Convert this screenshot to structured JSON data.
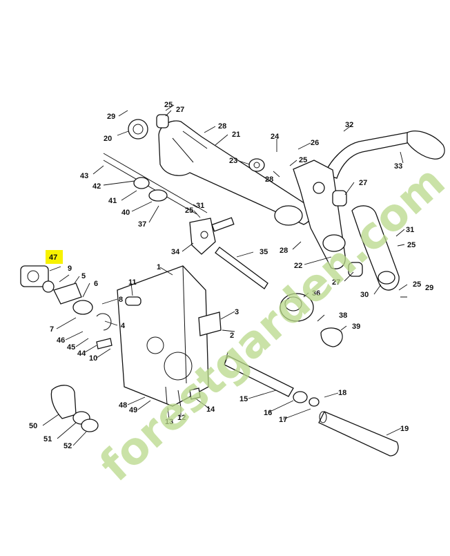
{
  "diagram": {
    "highlight_color": "#f7f200",
    "watermark": {
      "text": "forestgarden.com",
      "color": "#b9d98a"
    },
    "callouts": [
      {
        "id": "c29a",
        "label": "29"
      },
      {
        "id": "c20",
        "label": "20"
      },
      {
        "id": "c25a",
        "label": "25"
      },
      {
        "id": "c27a",
        "label": "27"
      },
      {
        "id": "c28a",
        "label": "28"
      },
      {
        "id": "c21",
        "label": "21"
      },
      {
        "id": "c32",
        "label": "32"
      },
      {
        "id": "c24",
        "label": "24"
      },
      {
        "id": "c26",
        "label": "26"
      },
      {
        "id": "c25b",
        "label": "25"
      },
      {
        "id": "c33",
        "label": "33"
      },
      {
        "id": "c23",
        "label": "23"
      },
      {
        "id": "c28b",
        "label": "28"
      },
      {
        "id": "c43",
        "label": "43"
      },
      {
        "id": "c42",
        "label": "42"
      },
      {
        "id": "c41",
        "label": "41"
      },
      {
        "id": "c40",
        "label": "40"
      },
      {
        "id": "c37",
        "label": "37"
      },
      {
        "id": "c31a",
        "label": "31"
      },
      {
        "id": "c25c",
        "label": "25"
      },
      {
        "id": "c34",
        "label": "34"
      },
      {
        "id": "c27b",
        "label": "27"
      },
      {
        "id": "c31b",
        "label": "31"
      },
      {
        "id": "c25d",
        "label": "25"
      },
      {
        "id": "c28c",
        "label": "28"
      },
      {
        "id": "c35",
        "label": "35"
      },
      {
        "id": "c22",
        "label": "22"
      },
      {
        "id": "c27c",
        "label": "27"
      },
      {
        "id": "c30",
        "label": "30"
      },
      {
        "id": "c25e",
        "label": "25"
      },
      {
        "id": "c29b",
        "label": "29"
      },
      {
        "id": "c47",
        "label": "47"
      },
      {
        "id": "c9",
        "label": "9"
      },
      {
        "id": "c5",
        "label": "5"
      },
      {
        "id": "c6",
        "label": "6"
      },
      {
        "id": "c1",
        "label": "1"
      },
      {
        "id": "c11",
        "label": "11"
      },
      {
        "id": "c8",
        "label": "8"
      },
      {
        "id": "c36",
        "label": "36"
      },
      {
        "id": "c7",
        "label": "7"
      },
      {
        "id": "c4",
        "label": "4"
      },
      {
        "id": "c3",
        "label": "3"
      },
      {
        "id": "c2",
        "label": "2"
      },
      {
        "id": "c38",
        "label": "38"
      },
      {
        "id": "c39",
        "label": "39"
      },
      {
        "id": "c46",
        "label": "46"
      },
      {
        "id": "c45",
        "label": "45"
      },
      {
        "id": "c44",
        "label": "44"
      },
      {
        "id": "c10",
        "label": "10"
      },
      {
        "id": "c15",
        "label": "15"
      },
      {
        "id": "c18",
        "label": "18"
      },
      {
        "id": "c16",
        "label": "16"
      },
      {
        "id": "c17",
        "label": "17"
      },
      {
        "id": "c48",
        "label": "48"
      },
      {
        "id": "c49",
        "label": "49"
      },
      {
        "id": "c13",
        "label": "13"
      },
      {
        "id": "c12",
        "label": "12"
      },
      {
        "id": "c14",
        "label": "14"
      },
      {
        "id": "c50",
        "label": "50"
      },
      {
        "id": "c51",
        "label": "51"
      },
      {
        "id": "c52",
        "label": "52"
      },
      {
        "id": "c19",
        "label": "19"
      }
    ]
  }
}
